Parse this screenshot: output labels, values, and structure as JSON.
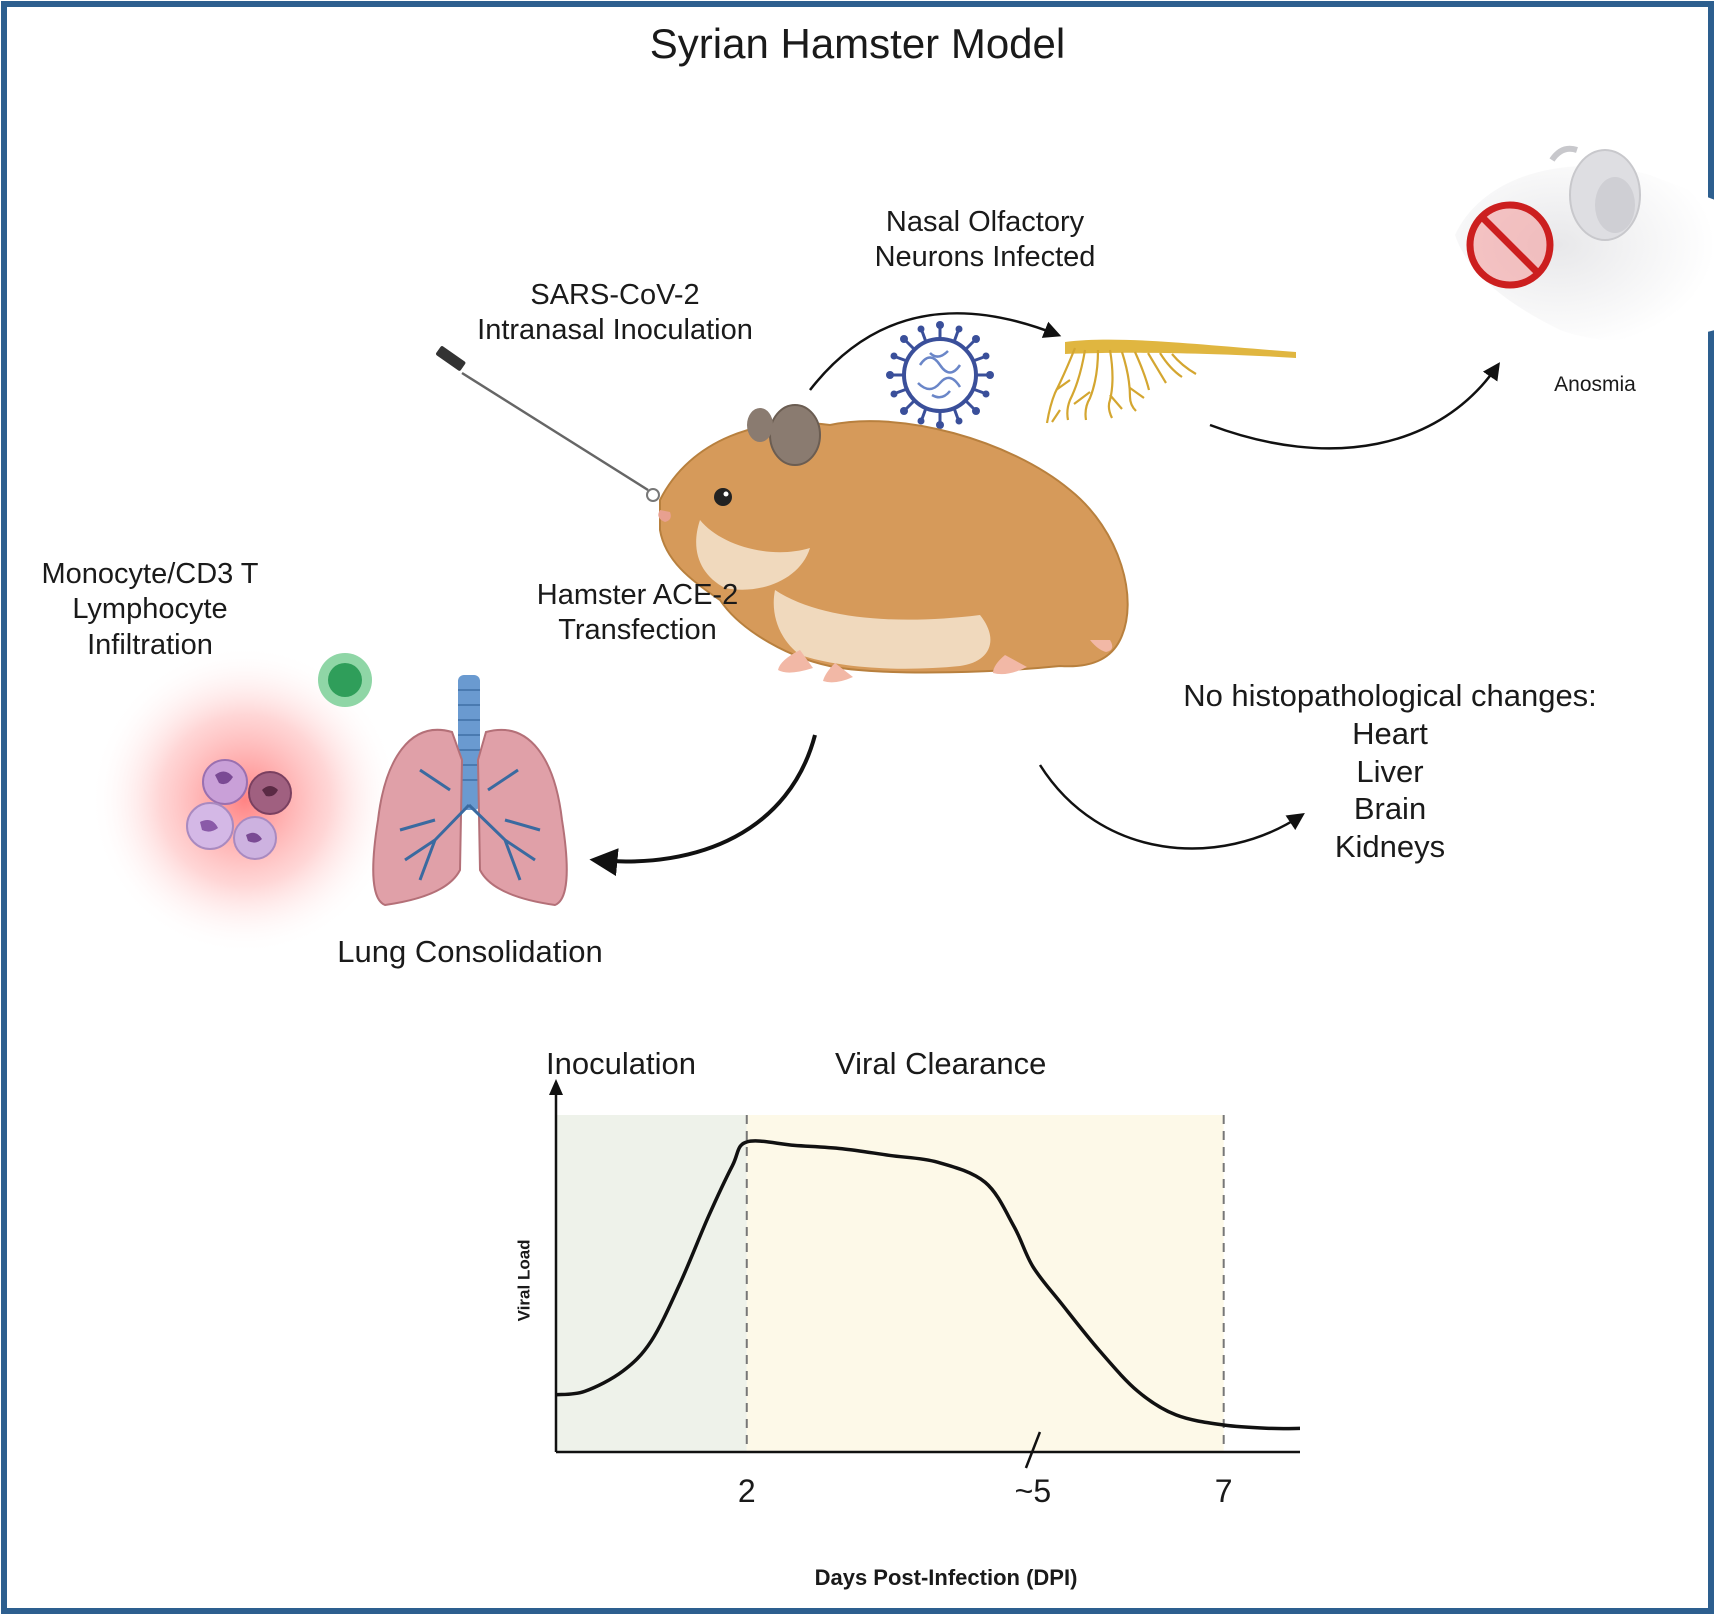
{
  "title": "Syrian Hamster Model",
  "labels": {
    "inoculation_lines": [
      "SARS-CoV-2",
      "Intranasal Inoculation"
    ],
    "olfactory_lines": [
      "Nasal Olfactory",
      "Neurons Infected"
    ],
    "anosmia": "Anosmia",
    "ace2_lines": [
      "Hamster ACE-2",
      "Transfection"
    ],
    "infiltration_lines": [
      "Monocyte/CD3 T",
      "Lymphocyte",
      "Infiltration"
    ],
    "lung": "Lung Consolidation",
    "histo_title": "No histopathological changes:",
    "organs": [
      "Heart",
      "Liver",
      "Brain",
      "Kidneys"
    ]
  },
  "colors": {
    "border": "#2d5f8f",
    "hamster_fur": "#d69a5a",
    "hamster_belly": "#f0d9bd",
    "lung": "#e0a0a8",
    "neuron": "#e0b640",
    "virus": "#3a4f9a",
    "cell_green": "#3cae6a",
    "phase1_bg": "#eef2ea",
    "phase2_bg": "#fdf9e8",
    "no_sign": "#cc1f1f"
  },
  "chart_data": {
    "type": "line",
    "title": "",
    "phase_labels": [
      "Inoculation",
      "Viral Clearance"
    ],
    "xlabel": "Days Post-Infection (DPI)",
    "ylabel": "Viral Load",
    "x_tick_labels": [
      "2",
      "~5",
      "7"
    ],
    "x_ticks": [
      2,
      5,
      7
    ],
    "xlim": [
      0,
      7.8
    ],
    "ylim": [
      0,
      1
    ],
    "phase_boundaries": [
      2,
      7
    ],
    "series": [
      {
        "x": [
          0,
          0.3,
          0.7,
          1.0,
          1.3,
          1.6,
          1.85,
          2.0,
          2.5,
          3.0,
          3.5,
          4.0,
          4.5,
          4.8,
          5.0,
          5.3,
          5.7,
          6.1,
          6.5,
          7.0,
          7.5,
          7.8
        ],
        "y": [
          0.17,
          0.18,
          0.24,
          0.33,
          0.5,
          0.7,
          0.85,
          0.92,
          0.91,
          0.9,
          0.88,
          0.86,
          0.8,
          0.67,
          0.55,
          0.44,
          0.3,
          0.18,
          0.11,
          0.08,
          0.07,
          0.07
        ]
      }
    ]
  }
}
